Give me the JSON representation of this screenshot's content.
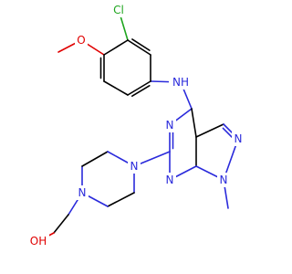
{
  "molecule": {
    "colors": {
      "bond": "#000000",
      "N": "#2a2adb",
      "O": "#e00000",
      "Cl": "#1fa51f"
    },
    "labels": {
      "chloro": "Cl",
      "methoxy_o": "O",
      "amine": "NH",
      "n_pyrimidine_1": "N",
      "n_pyrazole_2": "N",
      "n_pyrazole_1": "N",
      "n_pyrimidine_3": "N",
      "n_piperazine_1": "N",
      "n_piperazine_4": "N",
      "hydroxyl": "OH"
    }
  }
}
